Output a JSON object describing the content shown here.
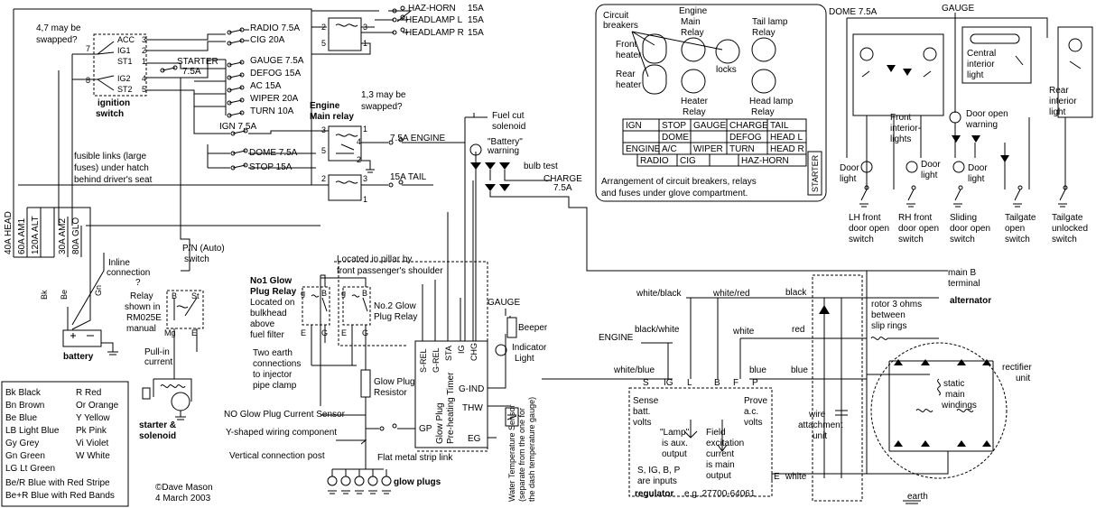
{
  "fuse_box": {
    "haz_horn": "HAZ-HORN",
    "haz_horn_a": "15A",
    "headlamp_l": "HEADLAMP L",
    "headlamp_l_a": "15A",
    "headlamp_r": "HEADLAMP R",
    "headlamp_r_a": "15A",
    "radio": "RADIO 7.5A",
    "cig": "CIG  20A",
    "starter": "STARTER",
    "starter_a": "7.5A",
    "gauge": "GAUGE 7.5A",
    "defog": "DEFOG 15A",
    "ac": "AC 15A",
    "wiper": "WIPER 20A",
    "turn": "TURN 10A",
    "ign": "IGN 7.5A",
    "dome": "DOME 7.5A",
    "stop": "STOP 15A",
    "engine_fuse": "7.5A ENGINE",
    "tail_fuse": "15A  TAIL"
  },
  "ignition": {
    "note": "4,7 may be swapped?",
    "acc": "ACC",
    "ig1": "IG1",
    "st1": "ST1",
    "ig2": "IG2",
    "st2": "ST2",
    "p7": "7",
    "p8": "8",
    "p3": "3",
    "p2": "2",
    "p1": "1",
    "p4": "4",
    "p5": "5",
    "title1": "ignition",
    "title2": "switch"
  },
  "relays": {
    "engine_main1": "Engine",
    "engine_main2": "Main relay",
    "swap_note1": "1,3 may be",
    "swap_note2": "swapped?",
    "n1": "1",
    "n2": "2",
    "n3": "3",
    "n4": "4",
    "n5": "5"
  },
  "fusible": {
    "text1": "fusible links (large",
    "text2": "fuses) under hatch",
    "text3": "behind driver's seat",
    "head": "40A HEAD",
    "am1": "60A AM1",
    "alt": "120A ALT",
    "am2": "30A AM2",
    "glo": "80A GLO"
  },
  "misc": {
    "fuel_cut1": "Fuel cut",
    "fuel_cut2": "solenoid",
    "battery_warn1": "\"Battery\"",
    "battery_warn2": "warning",
    "bulb_test": "bulb test",
    "charge": "CHARGE",
    "charge_a": "7.5A",
    "pn1": "P/N (Auto)",
    "pn2": "switch",
    "inline1": "Inline",
    "inline2": "connection",
    "inline3": "?",
    "relay_note1": "Relay",
    "relay_note2": "shown in",
    "relay_note3": "RM025E",
    "relay_note4": "manual",
    "mg": "Mg",
    "e": "E",
    "b": "B",
    "st": "St",
    "battery": "battery",
    "bk": "Bk",
    "be": "Be",
    "gn": "Gn",
    "pullin1": "Pull-in",
    "pullin2": "current",
    "starter1": "starter &",
    "starter2": "solenoid"
  },
  "legend": {
    "items": [
      [
        "Bk Black",
        "R  Red"
      ],
      [
        "Bn Brown",
        "Or Orange"
      ],
      [
        "Be Blue",
        "Y   Yellow"
      ],
      [
        "LB Light Blue",
        "Pk  Pink"
      ],
      [
        "Gy Grey",
        "Vi  Violet"
      ],
      [
        "Gn Green",
        "W  White"
      ],
      [
        "LG Lt Green",
        ""
      ]
    ],
    "be_r": "Be/R   Blue with Red Stripe",
    "be_plus_r": "Be+R  Blue with Red Bands"
  },
  "credit": {
    "author": "©Dave Mason",
    "date": "4 March 2003"
  },
  "glow": {
    "pillar1": "Located in pillar by",
    "pillar2": "front passenger's shoulder",
    "no1_1": "No1 Glow",
    "no1_2": "Plug Relay",
    "loc1": "Located on",
    "loc2": "bulkhead",
    "loc3": "above",
    "loc4": "fuel filter",
    "no2_1": "No.2 Glow",
    "no2_2": "Plug Relay",
    "earth1": "Two earth",
    "earth2": "connections",
    "earth3": "to injector",
    "earth4": "pipe clamp",
    "resistor1": "Glow Plug",
    "resistor2": "Resistor",
    "sensor": "NO Glow Plug Current Sensor",
    "ywire": "Y-shaped wiring component",
    "post": "Vertical connection post",
    "strip": "Flat metal strip link",
    "plugs": "glow plugs",
    "timer_srel": "S-REL",
    "timer_grel": "G-REL",
    "timer_sta": "STA",
    "timer_ig": "IG",
    "timer_chg": "CHG",
    "timer_name1": "Glow Plug",
    "timer_name2": "Pre-heating Timer",
    "g_ind": "G-IND",
    "thw": "THW",
    "gp": "GP",
    "eg": "EG",
    "gauge": "GAUGE",
    "beeper": "Beeper",
    "ind1": "Indicator",
    "ind2": "Light",
    "g": "g",
    "b": "B",
    "e": "E",
    "gg": "G",
    "water1": "Water Temperature Sensor",
    "water2": "(separate from the one for",
    "water3": "the dash temperature gauge)"
  },
  "alternator": {
    "wb": "white/black",
    "wr": "white/red",
    "engine": "ENGINE",
    "bw": "black/white",
    "wbl": "white/blue",
    "black": "black",
    "red": "red",
    "white": "white",
    "blue": "blue",
    "white2": "white",
    "main_b1": "main B",
    "main_b2": "terminal",
    "alternator": "alternator",
    "rotor1": "rotor 3 ohms",
    "rotor2": "between",
    "rotor3": "slip rings",
    "rect1": "rectifier",
    "rect2": "unit",
    "stat1": "static",
    "stat2": "main",
    "stat3": "windings",
    "s": "S",
    "ig": "IG",
    "l": "L",
    "b": "B",
    "f": "F",
    "p": "P",
    "e": "E",
    "sense1": "Sense",
    "sense2": "batt.",
    "sense3": "volts",
    "prove1": "Prove",
    "prove2": "a.c.",
    "prove3": "volts",
    "lamp1": "\"Lamp\"",
    "lamp2": "is aux.",
    "lamp3": "output",
    "field1": "Field",
    "field2": "excitation",
    "field3": "current",
    "field4": "is main",
    "field5": "output",
    "inputs1": "S, IG, B, P",
    "inputs2": "are inputs",
    "regulator": "regulator",
    "reg_eg": "e.g. 27700-64061",
    "wire1": "wire",
    "wire2": "attachment",
    "wire3": "unit",
    "earth": "earth"
  },
  "glovebox": {
    "cb1": "Circuit",
    "cb2": "breakers",
    "em1": "Engine",
    "em2": "Main",
    "em3": "Relay",
    "tl1": "Tail lamp",
    "tl2": "Relay",
    "fh1": "Front",
    "fh2": "heater",
    "rh1": "Rear",
    "rh2": "heater",
    "locks": "locks",
    "hr1": "Heater",
    "hr2": "Relay",
    "hl1": "Head lamp",
    "hl2": "Relay",
    "row1": [
      "IGN",
      "STOP",
      "GAUGE",
      "CHARGE",
      "TAIL"
    ],
    "row2": [
      "",
      "DOME",
      "",
      "DEFOG",
      "HEAD L"
    ],
    "row3": [
      "ENGINE",
      "A/C",
      "WIPER",
      "TURN",
      "HEAD R"
    ],
    "row4": [
      "RADIO",
      "CIG",
      "",
      "HAZ-HORN"
    ],
    "starter": "STARTER",
    "caption1": "Arrangement of circuit breakers, relays",
    "caption2": "and fuses under glove compartment."
  },
  "interior": {
    "dome": "DOME 7.5A",
    "gauge": "GAUGE",
    "central1": "Central",
    "central2": "interior",
    "central3": "light",
    "rear1": "Rear",
    "rear2": "interior",
    "rear3": "light",
    "front1": "Front",
    "front2": "interior-",
    "front3": "lights",
    "dow1": "Door open",
    "dow2": "warning",
    "dl1a": "Door",
    "dl1b": "light",
    "dl2a": "Door",
    "dl2b": "light",
    "dl3a": "Door",
    "dl3b": "light",
    "sw1a": "LH front",
    "sw1b": "door open",
    "sw1c": "switch",
    "sw2a": "RH front",
    "sw2b": "door open",
    "sw2c": "switch",
    "sw3a": "Sliding",
    "sw3b": "door open",
    "sw3c": "switch",
    "sw4a": "Tailgate",
    "sw4b": "open",
    "sw4c": "switch",
    "sw5a": "Tailgate",
    "sw5b": "unlocked",
    "sw5c": "switch"
  }
}
